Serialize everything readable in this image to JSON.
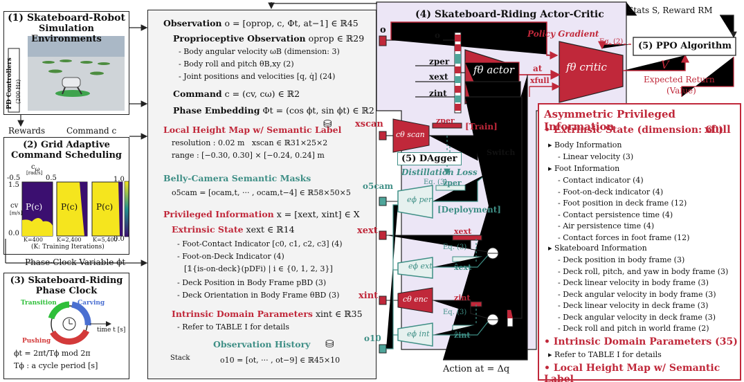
{
  "panel1": {
    "title_num": "(1)",
    "title": "Skateboard-Robot",
    "title2": "Simulation Environments",
    "pd_label": "PD Controllers",
    "pd_rate": "(200 Hz)"
  },
  "panel2": {
    "title": "(2) Grid Adaptive",
    "title2": "Command Scheduling",
    "comega": "c",
    "comega_sub": "ω",
    "comega_unit": "[rad/s]",
    "xtick_l": "-0.5",
    "xtick_r": "0.5",
    "ytick_t": "1.5",
    "ytick_b": "0.0",
    "cv_label": "cv",
    "cv_unit": "[m/s]",
    "pc_label": "P(c)",
    "cb_top": "1.0",
    "cb_bot": "0.0",
    "k1": "K=400",
    "k2": "K=2,400",
    "k3": "K=5,400",
    "k_caption": "(K: Training Iterations)"
  },
  "panel3": {
    "title": "(3) Skateboard-Riding",
    "title2": "Phase Clock",
    "transition": "Transition",
    "carving": "Carving",
    "pushing": "Pushing",
    "time": "time t [s]",
    "eq1": "ϕt = 2πt/Tϕ mod 2π",
    "eq2": "Tϕ : a cycle period [s]"
  },
  "arrows": {
    "rewards": "Rewards",
    "command": "Command c",
    "phase_var": "Phase-Clock Variable ϕt",
    "stack": "Stack",
    "action": "Action at = Δq",
    "stats": "Stats S, Reward RM"
  },
  "obs": {
    "observation": "Observation",
    "obs_eq": "o = [oprop, c, Φt, at−1] ∈ ℝ45",
    "proprio": "Proprioceptive Observation",
    "proprio_eq": "oprop ∈ ℝ29",
    "p1": "- Body angular velocity ωB (dimension: 3)",
    "p2": "- Body roll and pitch θB,xy (2)",
    "p3": "- Joint positions and velocities [q, q̇] (24)",
    "command": "Command",
    "command_eq": "c = (cv, cω) ∈ ℝ2",
    "phase": "Phase Embedding",
    "phase_eq": "Φt = (cos ϕt, sin ϕt) ∈ ℝ2",
    "height": "Local Height Map w/ Semantic Label",
    "h1": "resolution : 0.02 m",
    "h1b": "xscan ∈ ℝ31×25×2",
    "h2": "range : [−0.30, 0.30] × [−0.24, 0.24] m",
    "belly": "Belly-Camera Semantic Masks",
    "belly_eq": "o5cam = [ocam,t, ··· , ocam,t−4] ∈ ℝ58×50×5",
    "priv": "Privileged Information",
    "priv_eq": "x = [xext, xint] ∈ X",
    "ext": "Extrinsic State",
    "ext_eq": "xext ∈ ℝ14",
    "e1": "- Foot-Contact Indicator [c0, c1, c2, c3] (4)",
    "e2": "- Foot-on-Deck Indicator (4)",
    "e3": "[𝟙{is-on-deck}(pDFi) | i ∈ {0, 1, 2, 3}]",
    "e4": "- Deck Position in Body Frame pBD (3)",
    "e5": "- Deck Orientation in Body Frame θBD (3)",
    "intr": "Intrinsic Domain Parameters",
    "intr_eq": "xint ∈ ℝ35",
    "i1": "- Refer to TABLE I for details",
    "hist": "Observation History",
    "hist_eq": "o10 = [ot, ··· , ot−9] ∈ ℝ45×10"
  },
  "ac": {
    "title": "(4) Skateboard-Riding Actor-Critic",
    "o": "o",
    "zper": "zper",
    "xext": "xext",
    "zint": "zint",
    "actor": "fθ actor",
    "critic": "fθ critic",
    "at": "at",
    "xfull": "xfull",
    "policy_grad": "Policy Gradient",
    "eq2": "Eq. (2)",
    "V": "V",
    "expected": "Expected Return",
    "value": "(Value)",
    "ppo": "(5) PPO Algorithm",
    "xscan": "xscan",
    "cscan": "cθ scan",
    "zper_train": "zper",
    "train": "[Train]",
    "dagger": "(5) DAgger",
    "distill": "Distillation Loss",
    "eq3": "Eq. (3)",
    "switch": "Switch",
    "o5cam": "o5cam",
    "eper": "eϕ per",
    "zhat_per": "ẑper",
    "deploy": "[Deployment]",
    "xext_in": "xext",
    "xext_bar": "xext",
    "xhat_ext": "x̂ext",
    "eext": "eϕ ext",
    "xint_in": "xint",
    "zint_bar": "zint",
    "cenc": "cθ enc",
    "eint": "eϕ int",
    "zhat_int": "ẑint",
    "o10": "o10"
  },
  "asym": {
    "title": "Asymmetric Privileged Information",
    "ext_title": "Extrinsic State (dimension: 60)",
    "xfull": "xfull",
    "body_hdr": "Body Information",
    "body1": "- Linear velocity (3)",
    "foot_hdr": "Foot Information",
    "foot": [
      "- Contact indicator (4)",
      "- Foot-on-deck indicator (4)",
      "- Foot position in deck frame (12)",
      "- Contact persistence time (4)",
      "- Air persistence time (4)",
      "- Contact forces in foot frame (12)"
    ],
    "skate_hdr": "Skateboard Information",
    "skate": [
      "- Deck position in body frame (3)",
      "- Deck roll, pitch, and yaw in body frame (3)",
      "- Deck linear velocity in body frame (3)",
      "- Deck angular velocity in body frame (3)",
      "- Deck linear velocity in deck frame (3)",
      "- Deck angular velocity in deck frame (3)",
      "- Deck roll and pitch in world frame (2)"
    ],
    "intr_title": "Intrinsic Domain Parameters (35)",
    "intr1": "Refer to TABLE I for details",
    "height_title": "Local Height Map w/ Semantic Label"
  },
  "colors": {
    "red": "#c0283a",
    "teal": "#3f8f86",
    "purple": "#ece6f6",
    "heat_dark": "#3b0f70",
    "heat_yellow": "#f5e51e"
  }
}
